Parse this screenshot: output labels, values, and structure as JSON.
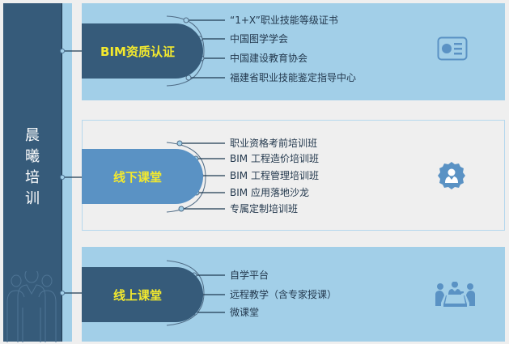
{
  "sidebar": {
    "title_chars": [
      "晨",
      "曦",
      "培",
      "训"
    ],
    "title": "晨曦培训",
    "background_icon": "people-group-icon"
  },
  "sections": [
    {
      "title": "BIM资质认证",
      "icon": "certificate-card-icon",
      "items": [
        "“1+X”职业技能等级证书",
        "中国图学学会",
        "中国建设教育协会",
        "福建省职业技能鉴定指导中心"
      ]
    },
    {
      "title": "线下课堂",
      "icon": "user-badge-icon",
      "items": [
        "职业资格考前培训班",
        "BIM 工程造价培训班",
        "BIM 工程管理培训班",
        "BIM 应用落地沙龙",
        "专属定制培训班"
      ]
    },
    {
      "title": "线上课堂",
      "icon": "meeting-icon",
      "items": [
        "自学平台",
        "远程教学（含专家授课）",
        "微课堂"
      ]
    }
  ],
  "colors": {
    "dark_blue": "#365b7a",
    "mid_blue": "#5a92c4",
    "light_blue": "#a2cfe8",
    "accent_yellow": "#f3e92e",
    "icon_blue": "#5a92c4",
    "background": "#efefef"
  }
}
